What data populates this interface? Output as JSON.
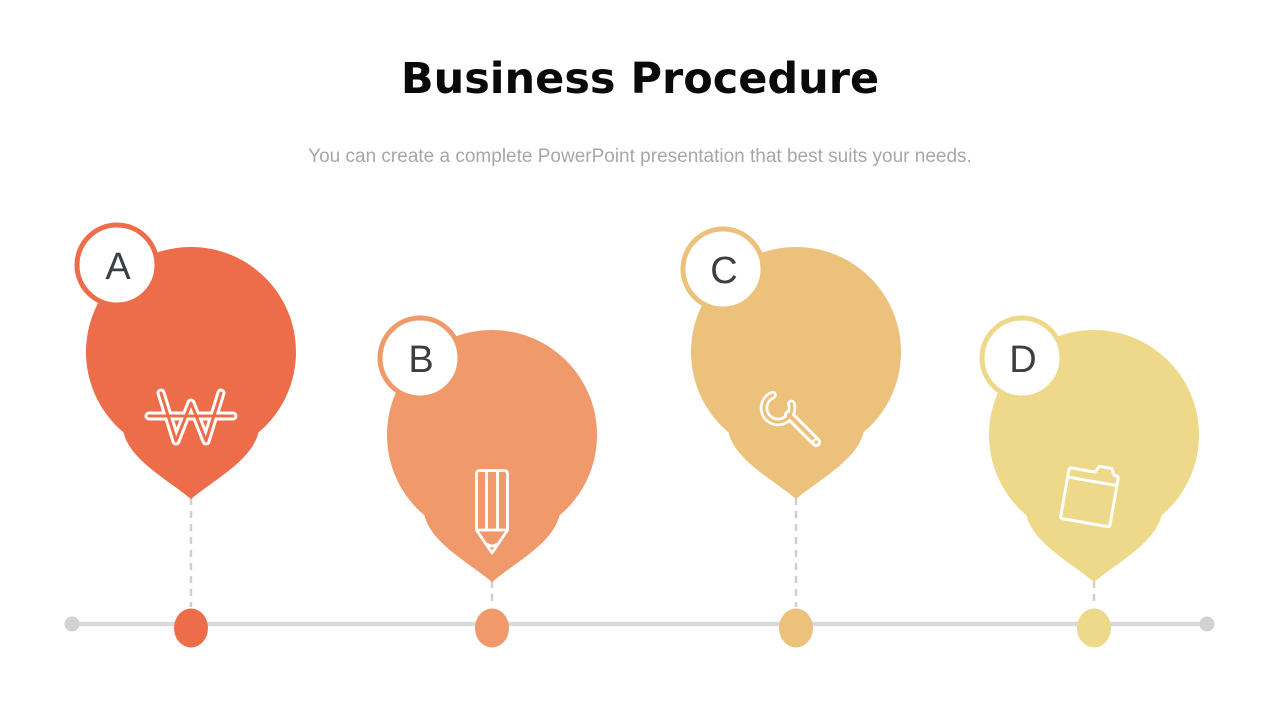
{
  "slide": {
    "title": "Business Procedure",
    "subtitle": "You can create a complete PowerPoint presentation that best suits your needs.",
    "background_color": "#ffffff",
    "title_color": "#0a0a0a",
    "subtitle_color": "#a7a7a7"
  },
  "timeline": {
    "line_color": "#dadada",
    "end_dot_color": "#d2d2d2",
    "dash_color": "#cfcfcf"
  },
  "badge": {
    "fill_color": "#ffffff",
    "letter_color": "#3b3f44"
  },
  "icon_stroke_color": "#ffffff",
  "steps": [
    {
      "label": "A",
      "icon": "won-currency-icon",
      "color": "#ed6d4b"
    },
    {
      "label": "B",
      "icon": "pencil-icon",
      "color": "#f09a6c"
    },
    {
      "label": "C",
      "icon": "wrench-icon",
      "color": "#ecc17b"
    },
    {
      "label": "D",
      "icon": "folder-icon",
      "color": "#edd989"
    }
  ]
}
